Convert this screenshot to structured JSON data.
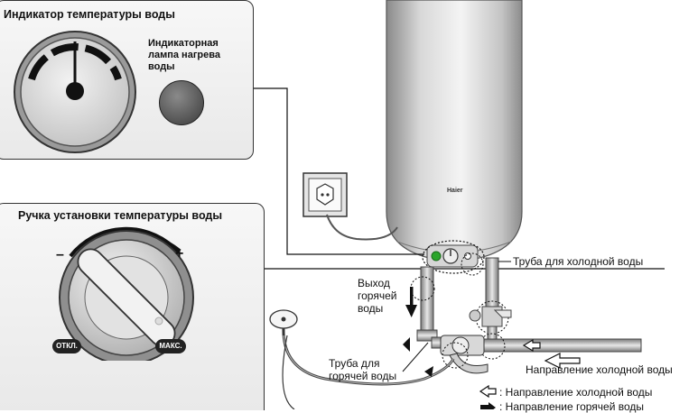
{
  "indicator_panel": {
    "title": "Индикатор температуры воды",
    "lamp_label_lines": [
      "Индикаторная",
      "лампа нагрева",
      "воды"
    ]
  },
  "knob_panel": {
    "title": "Ручка установки температуры воды",
    "minus": "–",
    "plus": "+",
    "off_label": "ОТКЛ.",
    "max_label": "МАКС."
  },
  "heater": {
    "brand": "Haier"
  },
  "labels": {
    "cold_pipe": "Труба для холодной воды",
    "hot_outlet_lines": [
      "Выход",
      "горячей",
      "воды"
    ],
    "hot_pipe_lines": [
      "Труба для",
      "горячей воды"
    ],
    "cold_direction": "Направление холодной воды"
  },
  "legend": {
    "cold_direction": "Направление холодной воды",
    "hot_direction": "Направление горячей воды"
  },
  "colors": {
    "accent": "#2aa52a"
  }
}
